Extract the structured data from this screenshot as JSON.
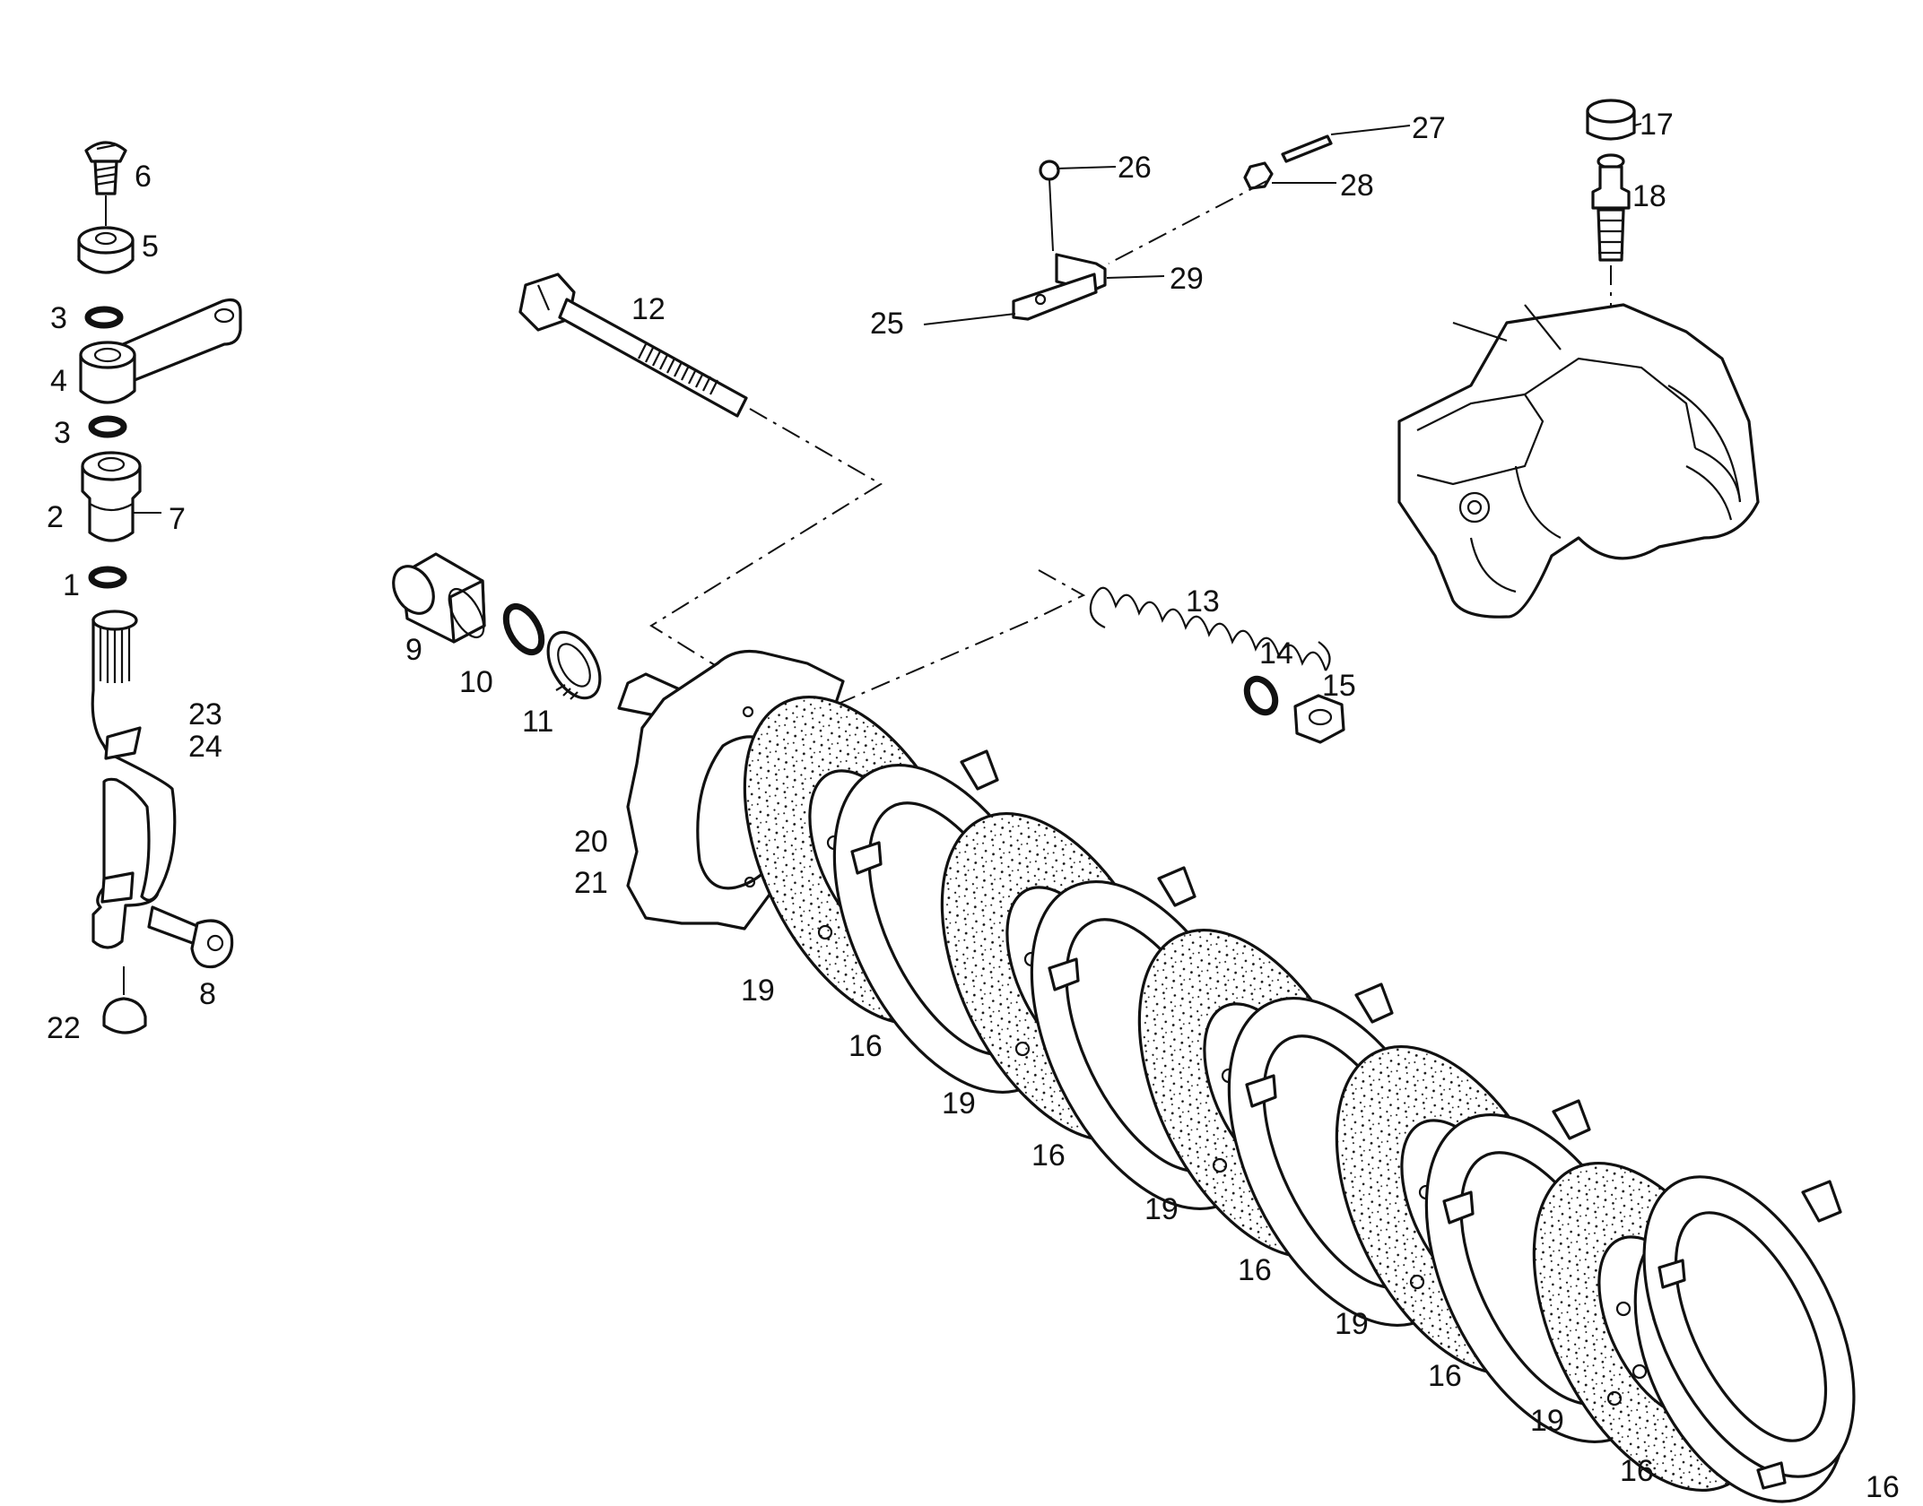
{
  "callouts": {
    "c1": "1",
    "c2": "2",
    "c3a": "3",
    "c3b": "3",
    "c4": "4",
    "c5": "5",
    "c6": "6",
    "c7": "7",
    "c8": "8",
    "c9": "9",
    "c10": "10",
    "c11": "11",
    "c12": "12",
    "c13": "13",
    "c14": "14",
    "c15": "15",
    "c16a": "16",
    "c16b": "16",
    "c16c": "16",
    "c16d": "16",
    "c16e": "16",
    "c16f": "16",
    "c17": "17",
    "c18": "18",
    "c19a": "19",
    "c19b": "19",
    "c19c": "19",
    "c19d": "19",
    "c19e": "19",
    "c20": "20",
    "c21": "21",
    "c22": "22",
    "c23": "23",
    "c24": "24",
    "c25": "25",
    "c26": "26",
    "c27": "27",
    "c28": "28",
    "c29": "29"
  }
}
